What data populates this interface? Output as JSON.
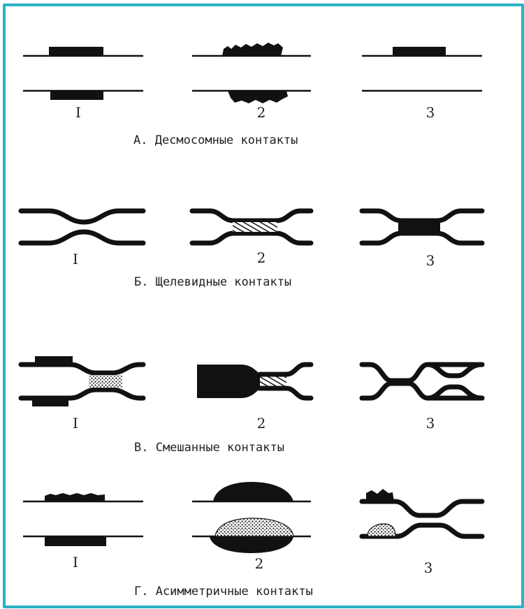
{
  "colors": {
    "frame": "#2bb3c9",
    "ink": "#111111",
    "background": "#ffffff"
  },
  "labels": {
    "one": "I",
    "two": "2",
    "three": "3"
  },
  "sections": [
    {
      "caption": "А. Десмосомные контакты"
    },
    {
      "caption": "Б. Щелевидные контакты"
    },
    {
      "caption": "В. Смешанные контакты"
    },
    {
      "caption": "Г. Асимметричные контакты"
    }
  ]
}
